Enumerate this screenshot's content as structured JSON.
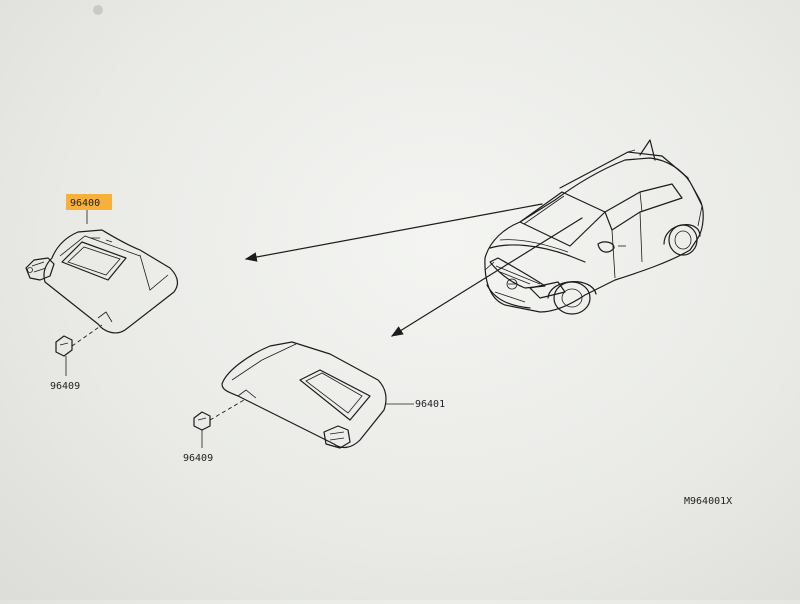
{
  "labels": {
    "left_visor": "96400",
    "right_visor": "96401",
    "clip_left": "96409",
    "clip_right": "96409",
    "figure_code": "M964001X"
  },
  "colors": {
    "highlight": "#f6b13a",
    "ink": "#1c1c1c",
    "paper": "#eeefeb"
  }
}
